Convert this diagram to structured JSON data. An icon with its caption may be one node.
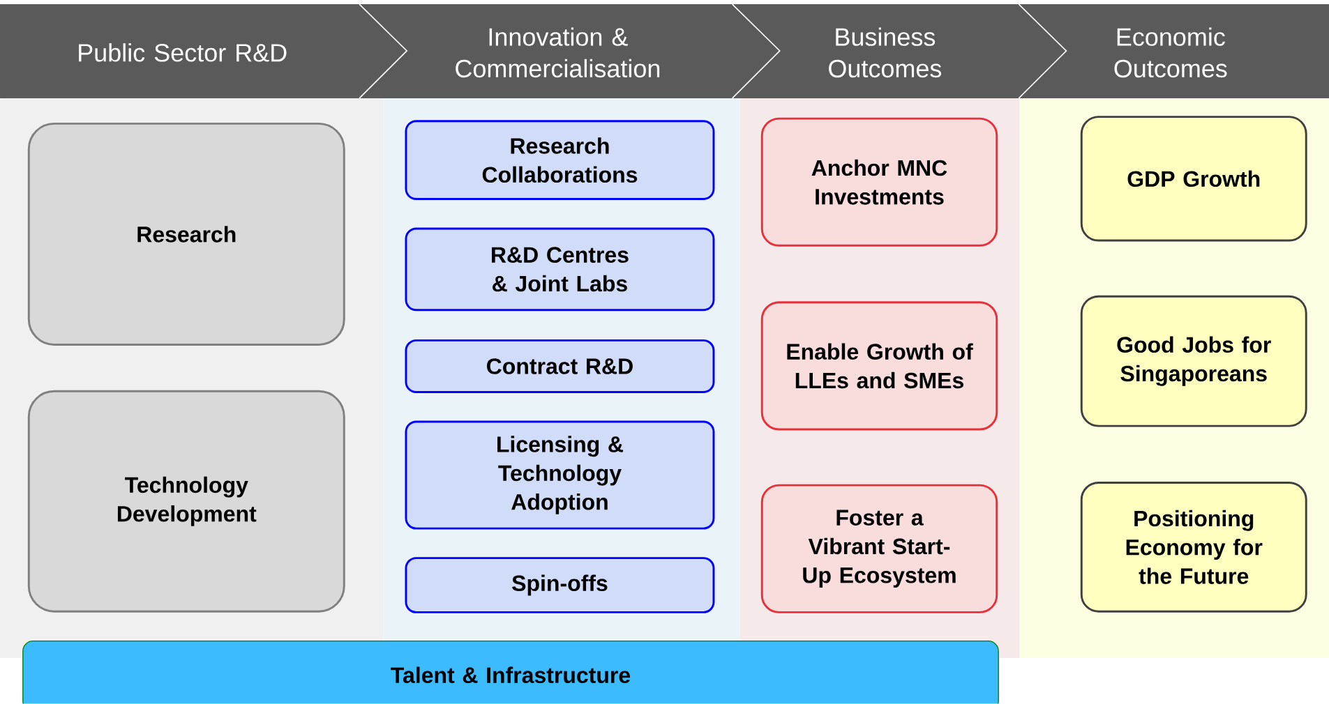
{
  "diagram": {
    "nodes": [
      {
        "text": [
          "Public Sector R&D"
        ]
      },
      {
        "text": [
          "Innovation & Commercialisation"
        ]
      },
      {
        "text": [
          "Business Outcomes"
        ]
      },
      {
        "text": [
          "Economic Outcomes"
        ]
      },
      {
        "text": [
          "Research"
        ]
      },
      {
        "text": [
          "Technology Development"
        ]
      },
      {
        "text": [
          "Research Collaborations"
        ]
      },
      {
        "text": [
          "R&D Centres & Joint Labs"
        ]
      },
      {
        "text": [
          "Contract R&D"
        ]
      },
      {
        "text": [
          "Licensing & Technology Adoption"
        ]
      },
      {
        "text": [
          "Spin-offs"
        ]
      },
      {
        "text": [
          "Anchor MNC Investments"
        ]
      },
      {
        "text": [
          "Enable Growth of LLEs and SMEs"
        ]
      },
      {
        "text": [
          "Foster a Vibrant Start-Up Ecosystem"
        ]
      },
      {
        "text": [
          "GDP Growth"
        ]
      },
      {
        "text": [
          "Good Jobs for Singaporeans"
        ]
      },
      {
        "text": [
          "Positioning Economy for the Future"
        ]
      },
      {
        "text": [
          "Talent & Infrastructure"
        ]
      }
    ]
  }
}
